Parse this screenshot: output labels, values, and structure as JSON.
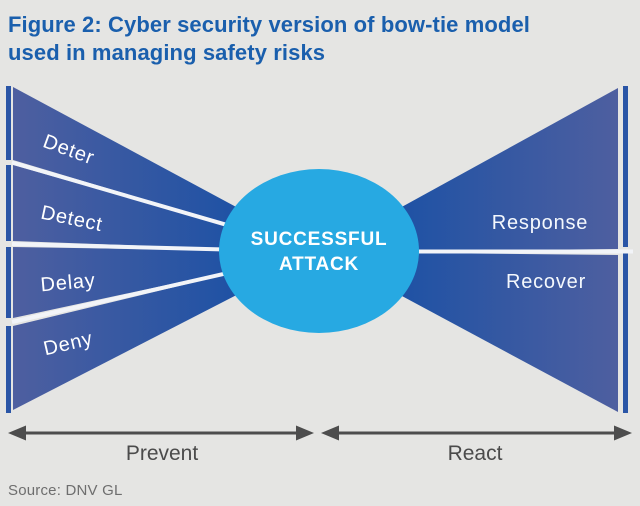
{
  "figure": {
    "title_line1": "Figure 2: Cyber security version of bow-tie model",
    "title_line2": "used in managing safety risks"
  },
  "bowtie": {
    "left_wedges": [
      {
        "label": "Deter"
      },
      {
        "label": "Detect"
      },
      {
        "label": "Delay"
      },
      {
        "label": "Deny"
      }
    ],
    "center": {
      "line1": "SUCCESSFUL",
      "line2": "ATTACK"
    },
    "right_segments": [
      {
        "label": "Response"
      },
      {
        "label": "Recover"
      }
    ]
  },
  "axis": {
    "left_label": "Prevent",
    "right_label": "React"
  },
  "source": "Source: DNV GL",
  "colors": {
    "title_blue": "#1a5fad",
    "background": "#e5e5e3",
    "wedge_outer_blue": "#4e5fa0",
    "wedge_inner_blue": "#0d4da6",
    "side_bar_blue": "#2a55a6",
    "circle_cyan": "#27a9e2",
    "arrow_gray": "#4d4d4d",
    "source_gray": "#6e6e6e"
  }
}
